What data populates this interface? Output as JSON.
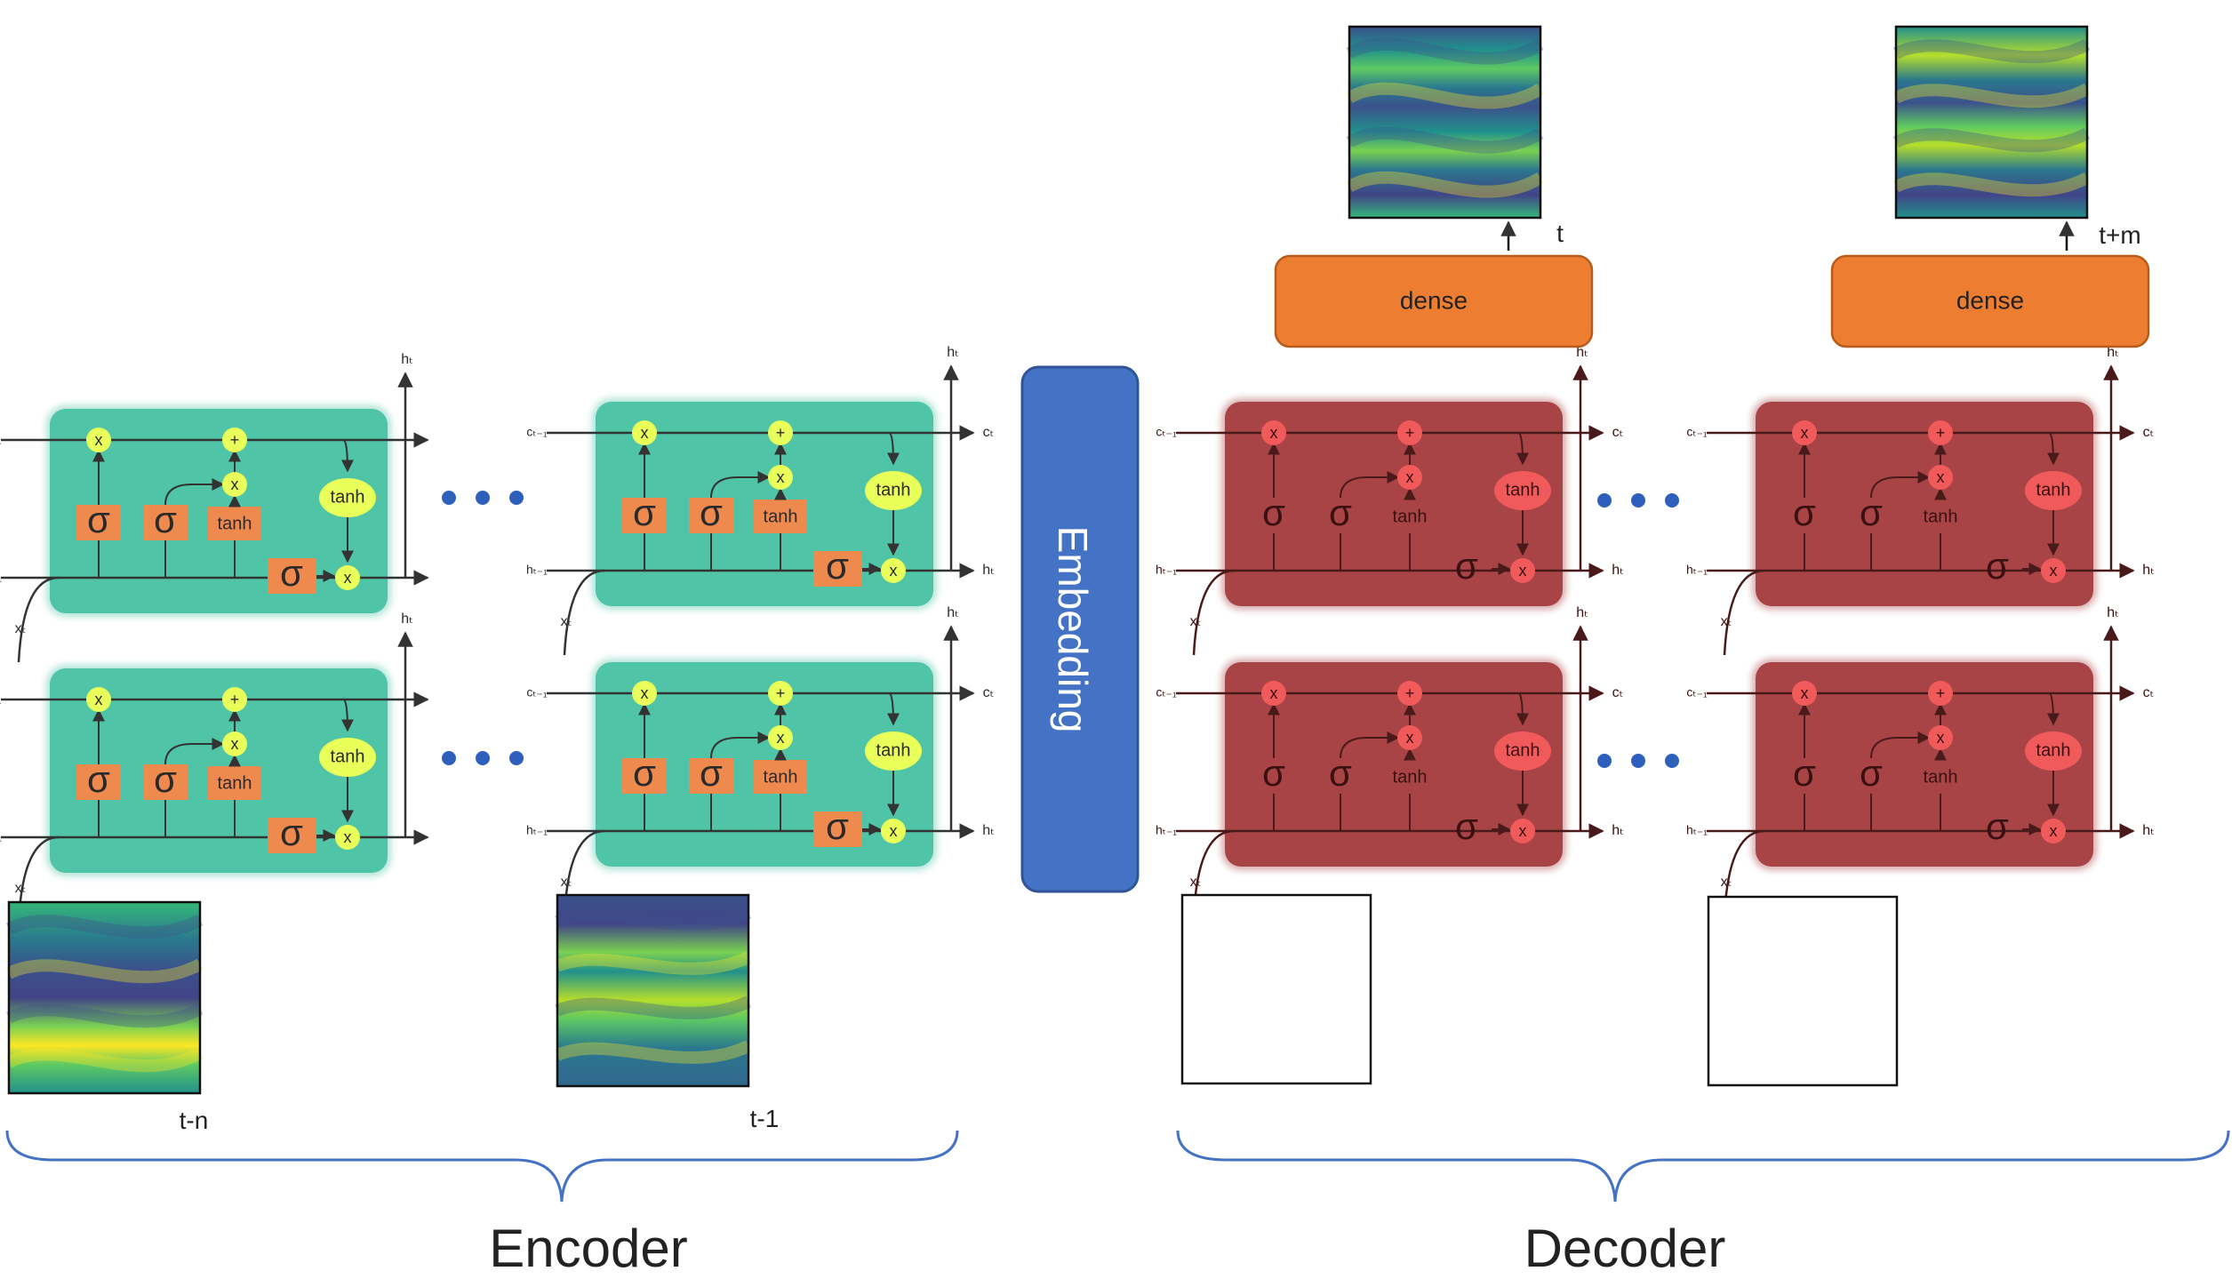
{
  "labels": {
    "encoder": "Encoder",
    "decoder": "Decoder",
    "embedding": "Embedding",
    "dense": "dense",
    "t_minus_n": "t-n",
    "t_minus_1": "t-1",
    "t": "t",
    "t_plus_m": "t+m"
  },
  "cell": {
    "mult": "x",
    "add": "+",
    "sigma": "σ",
    "tanh": "tanh",
    "c_prev": "cₜ₋₁",
    "h_prev": "hₜ₋₁",
    "c_out": "cₜ",
    "h_out": "hₜ",
    "x_in": "xₜ"
  },
  "colors": {
    "encoder_cell": "#4fc4a6",
    "decoder_cell": "#a84446",
    "encoder_gate": "#e9ff5a",
    "decoder_gate": "#f05a5a",
    "sigma_box": "#ef8a4f",
    "dense_box": "#ed7d31",
    "embedding": "#4472c4",
    "brace": "#4472c4",
    "ellipsis_dot": "#2f5fbd"
  }
}
